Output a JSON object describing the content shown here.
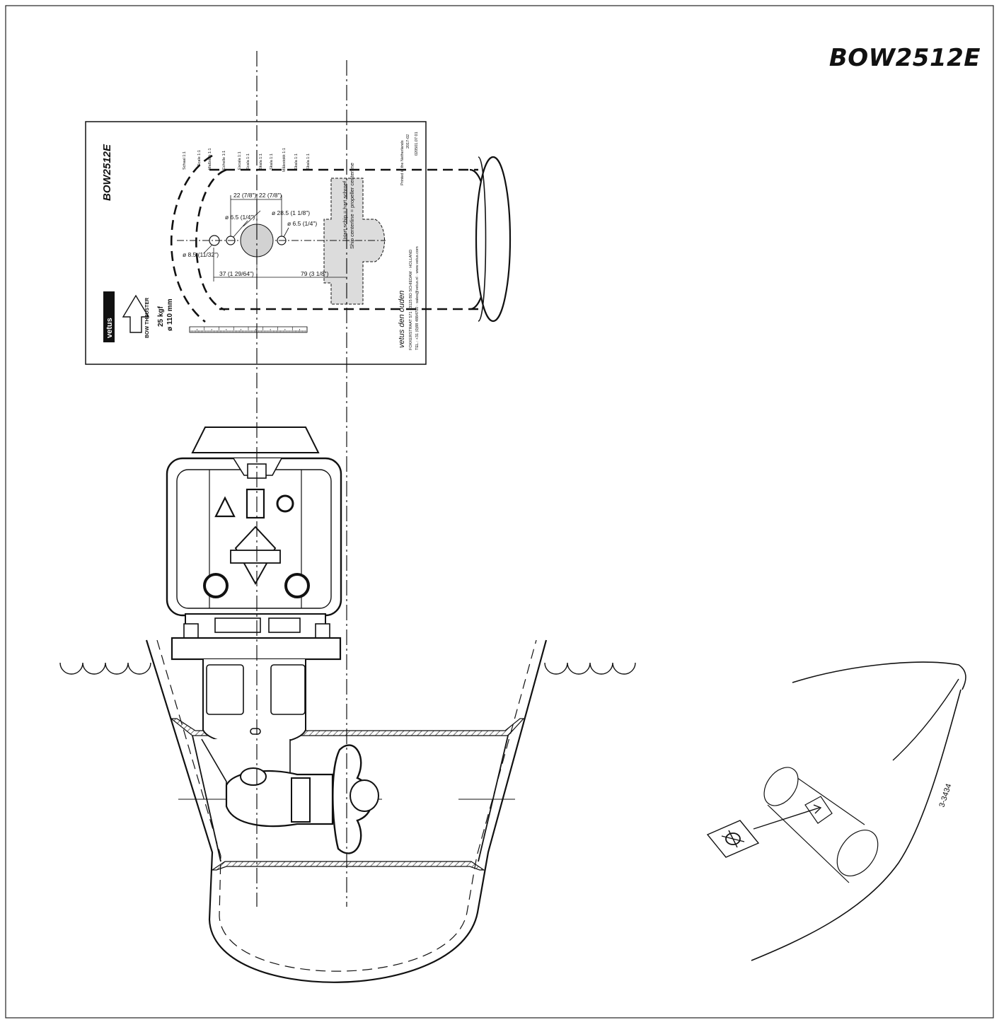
{
  "model": "BOW2512E",
  "template": {
    "model": "BOW2512E",
    "thrust": "25 kgf",
    "tunnel_diameter": "ø 110 mm",
    "brand": "vetus",
    "product_line": "BOW THRUSTER",
    "scale_labels": [
      "Schaal 1:1",
      "Scale 1:1",
      "Maßstab 1:1",
      "Echelle 1:1",
      "Escala 1:1",
      "Scala 1:1",
      "Skala 1:1",
      "Skala 1:1",
      "Målestokk 1:1",
      "Skala 1:1",
      "Skala 1:1"
    ],
    "dimensions": {
      "d1": "22 (7/8\")",
      "d2": "22 (7/8\")",
      "hole_small_left": "ø 6.5 (1/4\")",
      "hole_large": "ø 28.5 (1 1/8\")",
      "hole_small_right": "ø 6.5 (1/4\")",
      "hole_outer": "ø 8.5 (11/32\")",
      "offset_left": "37 (1 29/64\")",
      "offset_right": "79 (3 1/8\")"
    },
    "centerline_nl": "Hart schip = hart schroef",
    "centerline_en": "Ship centerline = propeller centerline",
    "company": "vetus den ouden",
    "address": "FOKKERSTRAAT 571 · 3125 BD SCHIEDAM · HOLLAND",
    "contact": "TEL.: +31 (0)88 4884700 · sales@vetus.nl · www.vetus.com",
    "printed": "Printed in the Netherlands",
    "doc_code": "020501.07  01",
    "doc_date": "2017-02"
  },
  "drawing_number": "3-3434",
  "colors": {
    "line": "#111111",
    "shade": "#d8d8d8",
    "paper": "#ffffff"
  }
}
